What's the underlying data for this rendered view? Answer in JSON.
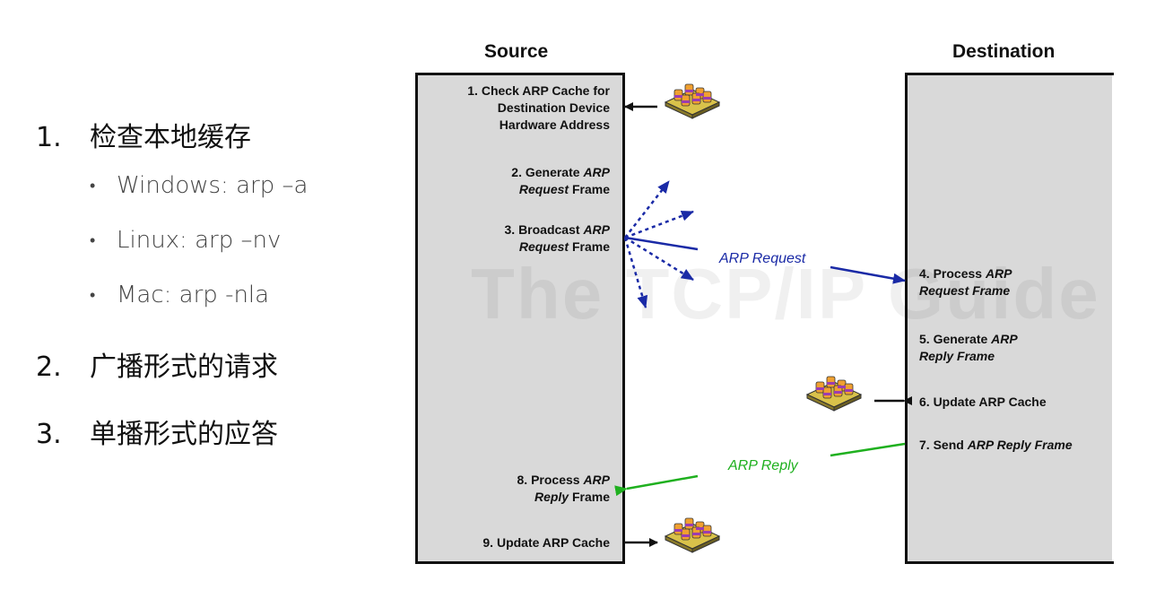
{
  "list": {
    "items": [
      {
        "num": "1.",
        "text": "检查本地缓存"
      },
      {
        "num": "2.",
        "text": "广播形式的请求"
      },
      {
        "num": "3.",
        "text": "单播形式的应答"
      }
    ],
    "subitems": [
      {
        "bullet": "•",
        "text": "Windows: arp –a"
      },
      {
        "bullet": "•",
        "text": "Linux: arp –nv"
      },
      {
        "bullet": "•",
        "text": "Mac: arp -nla"
      }
    ]
  },
  "diagram": {
    "source_title": "Source",
    "destination_title": "Destination",
    "watermark": "The TCP/IP Guide",
    "source_steps": [
      {
        "plain": "1. Check ARP Cache for\nDestination Device\nHardware Address"
      },
      {
        "a": "2. Generate ",
        "b": "ARP",
        "c": "Request",
        "d": " Frame"
      },
      {
        "a": "3. Broadcast ",
        "b": "ARP",
        "c": "Request",
        "d": " Frame"
      },
      {
        "a": "8. Process ",
        "b": "ARP",
        "c": "Reply",
        "d": " Frame"
      },
      {
        "plain": "9. Update ARP Cache"
      }
    ],
    "dest_steps": [
      {
        "a": "4. Process ",
        "b": "ARP",
        "c": "Request Frame"
      },
      {
        "a": "5. Generate ",
        "b": "ARP",
        "c": "Reply Frame"
      },
      {
        "plain": "6. Update ARP Cache"
      },
      {
        "a": "7. Send ",
        "b": "ARP Reply Frame"
      }
    ],
    "request_label": "ARP Request",
    "reply_label": "ARP Reply",
    "colors": {
      "request": "#1a2aa6",
      "reply": "#1fb01f",
      "box": "#d9d9d9"
    }
  }
}
